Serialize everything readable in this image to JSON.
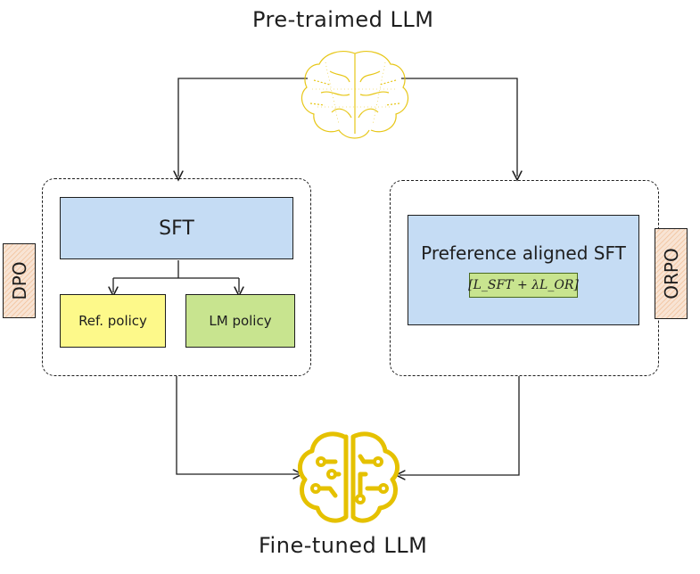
{
  "top_label": "Pre-traimed LLM",
  "bottom_label": "Fine-tuned LLM",
  "dpo": {
    "tag": "DPO",
    "sft": "SFT",
    "ref_policy": "Ref. policy",
    "lm_policy": "LM policy"
  },
  "orpo": {
    "tag": "ORPO",
    "box_label": "Preference aligned SFT",
    "formula": "[L_SFT + λL_OR]"
  },
  "icons": {
    "top": "brain-sketch-icon",
    "bottom": "brain-circuit-icon"
  },
  "colors": {
    "sft": "#c5dcf4",
    "ref_policy": "#fdf98a",
    "lm_policy": "#c8e48f",
    "brain": "#e5c100",
    "tag": "#f3c9a8"
  }
}
